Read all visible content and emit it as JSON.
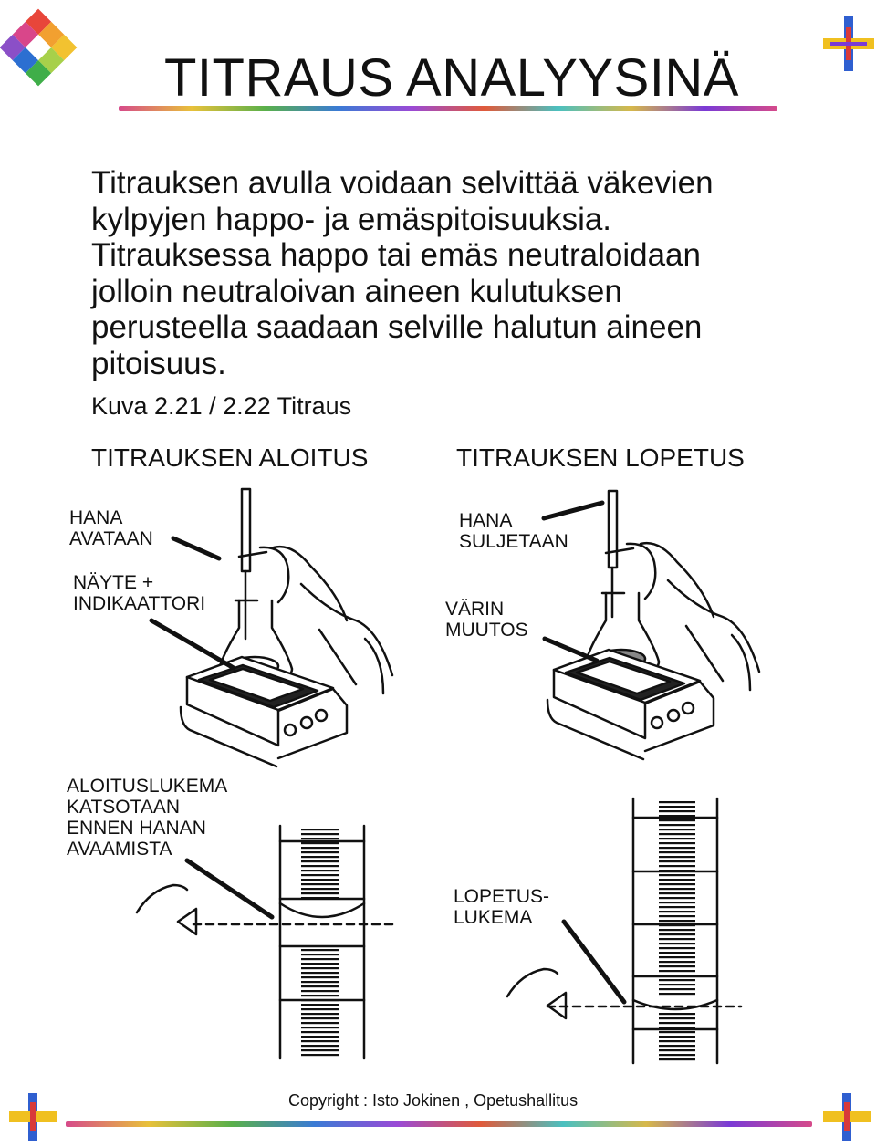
{
  "title": "TITRAUS ANALYYSINÄ",
  "intro_lines": [
    "Titrauksen avulla voidaan selvittää väkevien",
    "kylpyjen happo- ja emäspitoisuuksia.",
    "Titrauksessa happo tai emäs neutraloidaan",
    "jolloin neutraloivan aineen kulutuksen",
    "perusteella saadaan selville halutun aineen",
    "pitoisuus."
  ],
  "caption": "Kuva 2.21 / 2.22 Titraus",
  "sections": {
    "start_heading": "TITRAUKSEN ALOITUS",
    "end_heading": "TITRAUKSEN LOPETUS"
  },
  "labels": {
    "tap_open": [
      "HANA",
      "AVATAAN"
    ],
    "sample_indicator": [
      "NÄYTE +",
      "INDIKAATTORI"
    ],
    "tap_close": [
      "HANA",
      "SULJETAAN"
    ],
    "color_change": [
      "VÄRIN",
      "MUUTOS"
    ],
    "start_reading": [
      "ALOITUSLUKEMA",
      "KATSOTAAN",
      "ENNEN HANAN",
      "AVAAMISTA"
    ],
    "end_reading": [
      "LOPETUS-",
      "LUKEMA"
    ]
  },
  "footer": "Copyright : Isto Jokinen , Opetushallitus",
  "colors": {
    "diamond": [
      "#e8463a",
      "#f2c230",
      "#3fae49",
      "#2c6fd1",
      "#8b4fc7"
    ],
    "cross_blue": "#2f5fd0",
    "cross_yellow": "#f0c020",
    "cross_red": "#d83a3a"
  }
}
